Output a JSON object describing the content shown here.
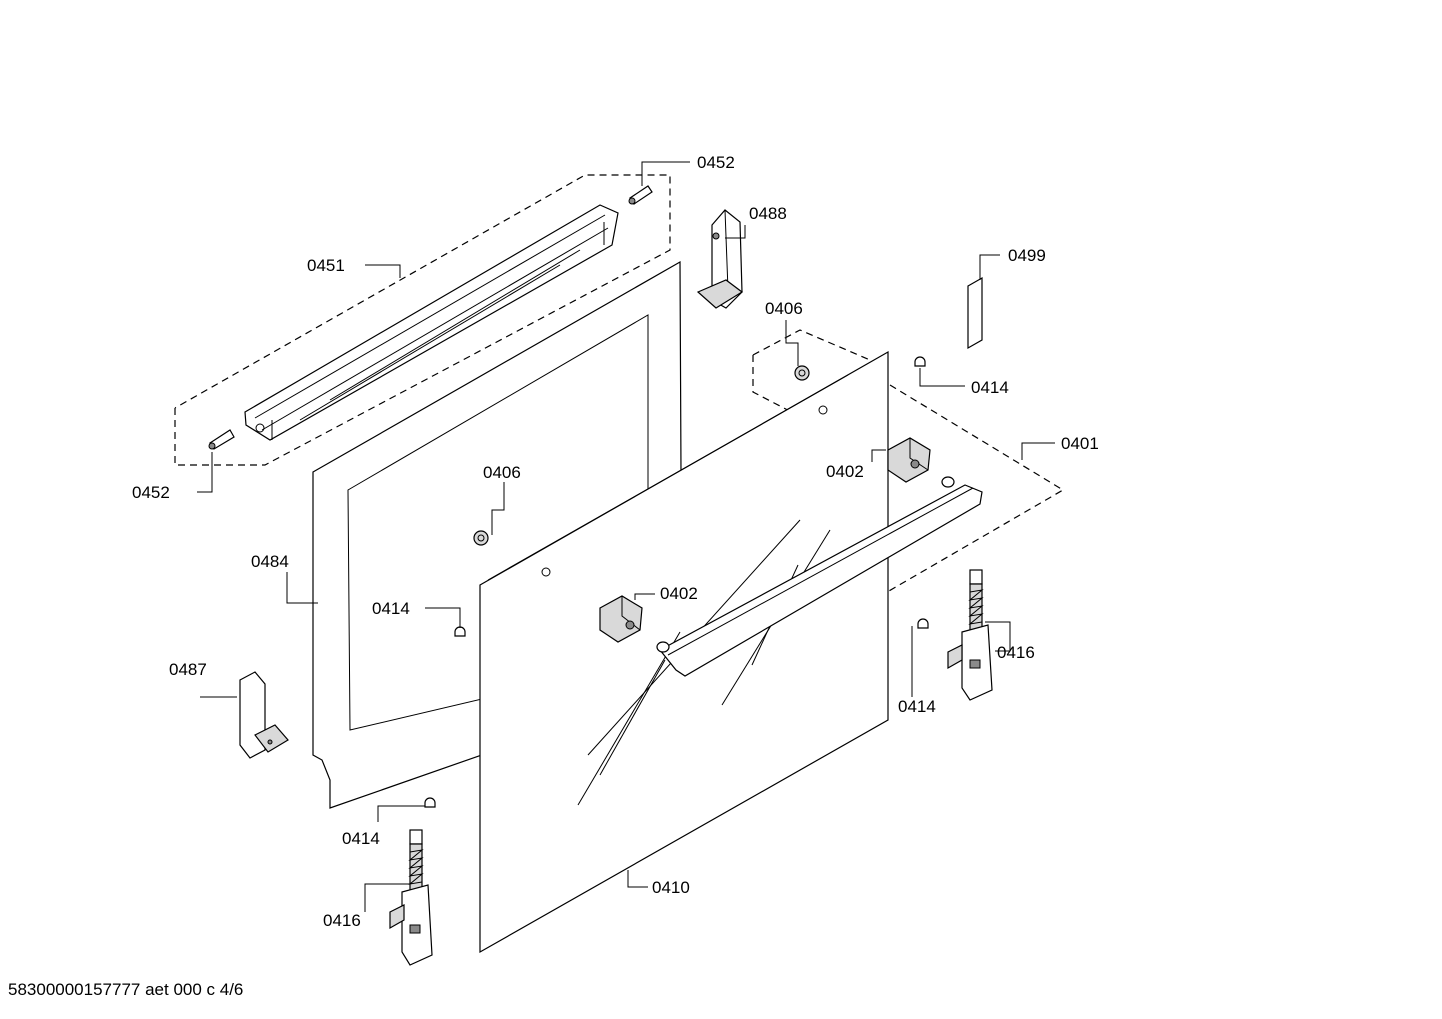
{
  "labels": {
    "p0452_top": "0452",
    "p0488": "0488",
    "p0451": "0451",
    "p0499": "0499",
    "p0406_top": "0406",
    "p0414_top": "0414",
    "p0401": "0401",
    "p0452_left": "0452",
    "p0406_mid": "0406",
    "p0402_right": "0402",
    "p0484": "0484",
    "p0414_mid": "0414",
    "p0402_mid": "0402",
    "p0416_right": "0416",
    "p0487": "0487",
    "p0414_right": "0414",
    "p0414_bottom": "0414",
    "p0410": "0410",
    "p0416_bottom": "0416"
  },
  "footer": {
    "code": "58300000157777 aet 000 c 4/6"
  }
}
